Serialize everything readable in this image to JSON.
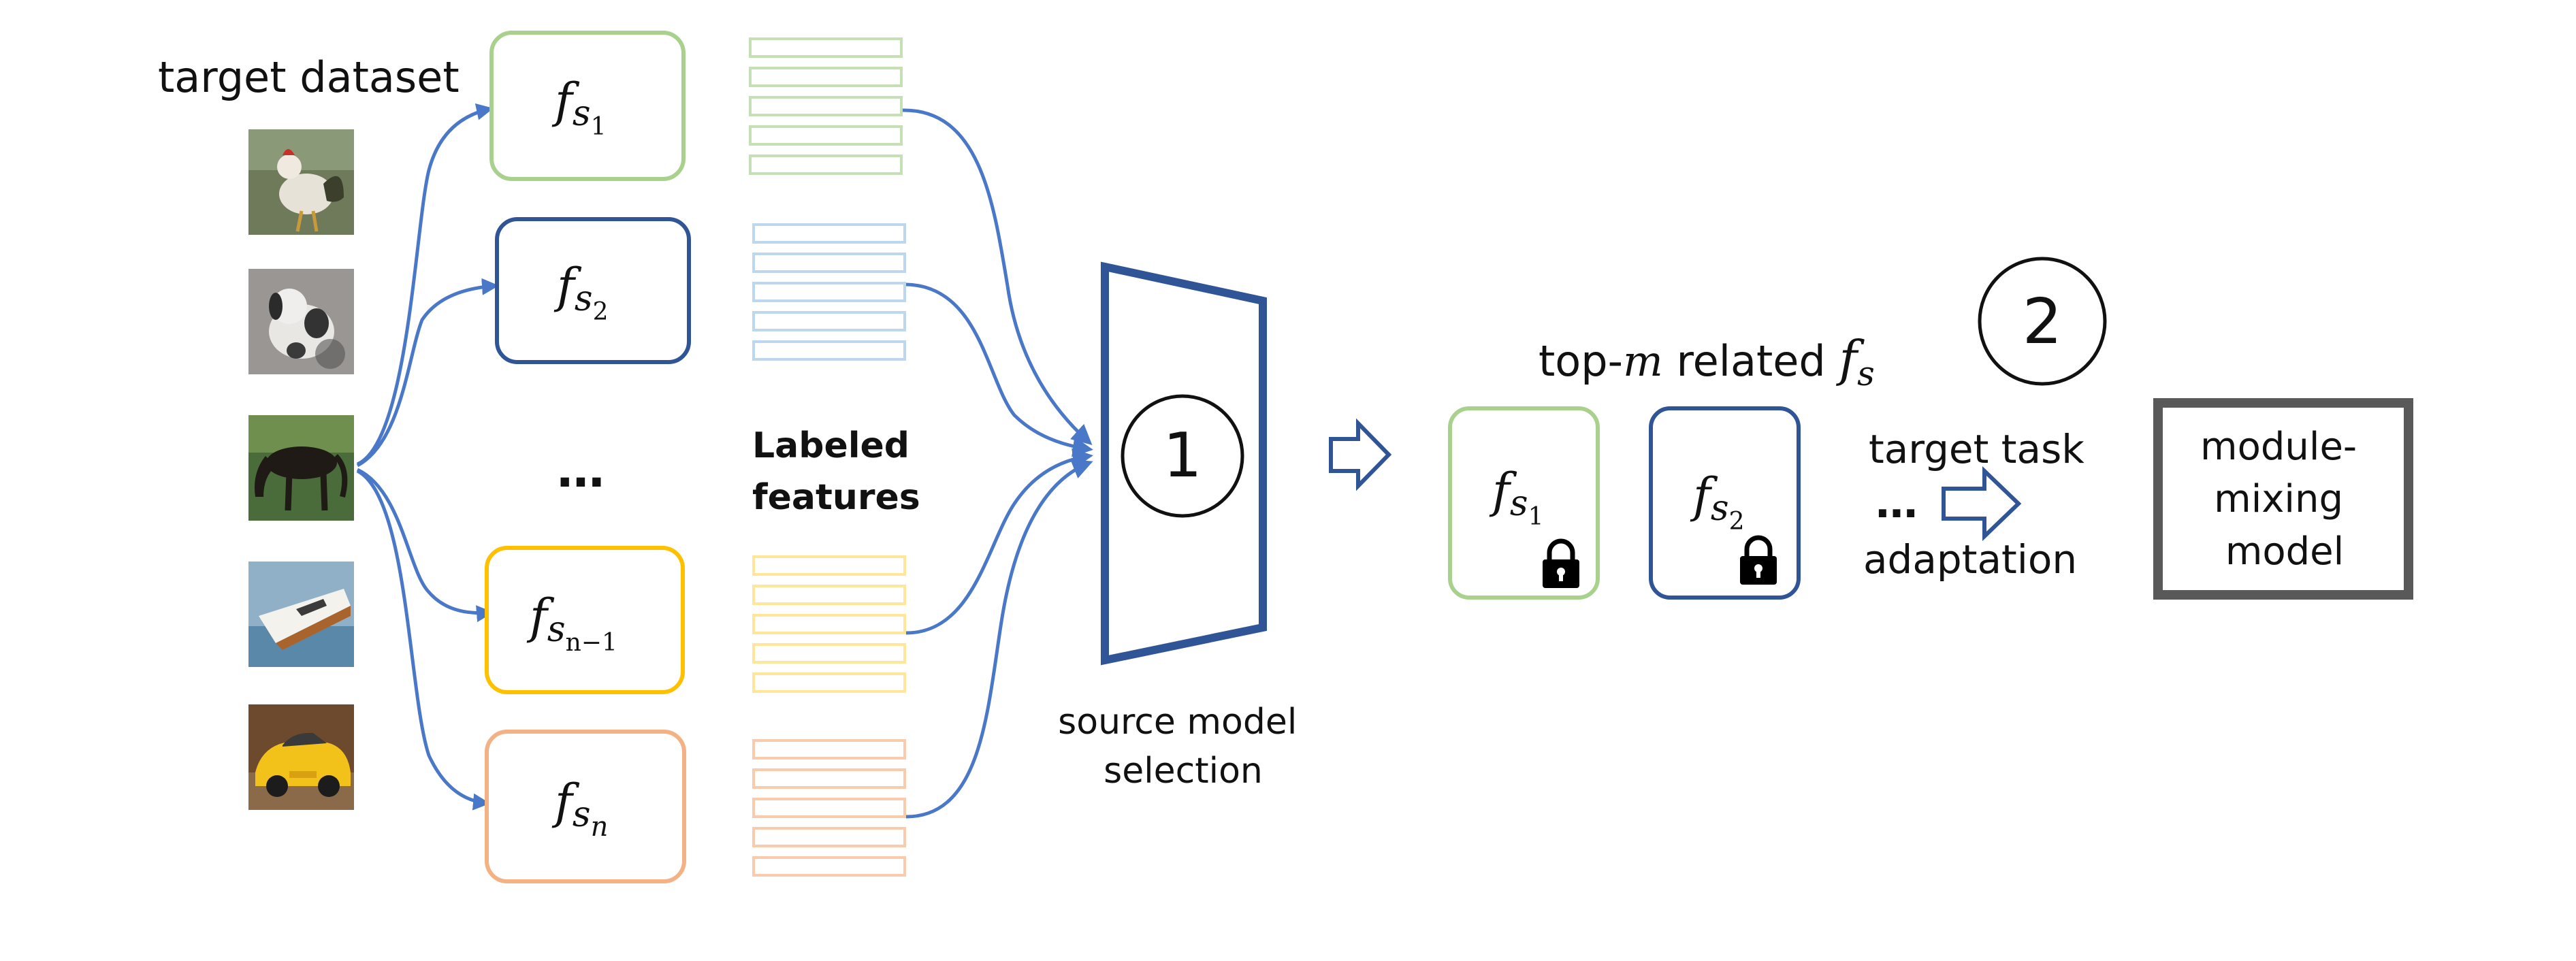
{
  "colors": {
    "arrow": "#4a78c9",
    "dark_blue": "#2f5597",
    "green": "#a9d18e",
    "mid_blue": "#2f5597",
    "light_blue": "#bdd7ee",
    "yellow": "#ffc000",
    "light_yellow": "#ffe699",
    "orange": "#f4b183",
    "light_green": "#c5e0b4",
    "gray": "#595959"
  },
  "target_dataset_label": "target dataset",
  "images": [
    {
      "name": "rooster-image",
      "icon": "rooster"
    },
    {
      "name": "dog-image",
      "icon": "dog"
    },
    {
      "name": "horse-image",
      "icon": "horse"
    },
    {
      "name": "boat-image",
      "icon": "boat"
    },
    {
      "name": "car-image",
      "icon": "car"
    }
  ],
  "source_models": [
    {
      "f": "f",
      "sub": "s",
      "subsub": "1"
    },
    {
      "f": "f",
      "sub": "s",
      "subsub": "2"
    },
    {
      "f": "f",
      "sub": "s",
      "subsub": "n−1"
    },
    {
      "f": "f",
      "sub": "s",
      "subsub": "n"
    }
  ],
  "ellipsis": "…",
  "labeled_features": [
    "Labeled",
    "features"
  ],
  "step1_number": "1",
  "source_model_selection": [
    "source model",
    "selection"
  ],
  "top_m_label": {
    "prefix": "top-",
    "m": "m",
    "middle": " related ",
    "f": "f",
    "sub": "s"
  },
  "selected_models": [
    {
      "f": "f",
      "sub": "s",
      "subsub": "1"
    },
    {
      "f": "f",
      "sub": "s",
      "subsub": "2"
    }
  ],
  "lock_icon": "lock-icon",
  "selected_ellipsis": "…",
  "step2_number": "2",
  "target_task_adaptation": [
    "target task",
    "adaptation"
  ],
  "module_mixing_model": [
    "module-",
    "mixing",
    "model"
  ]
}
